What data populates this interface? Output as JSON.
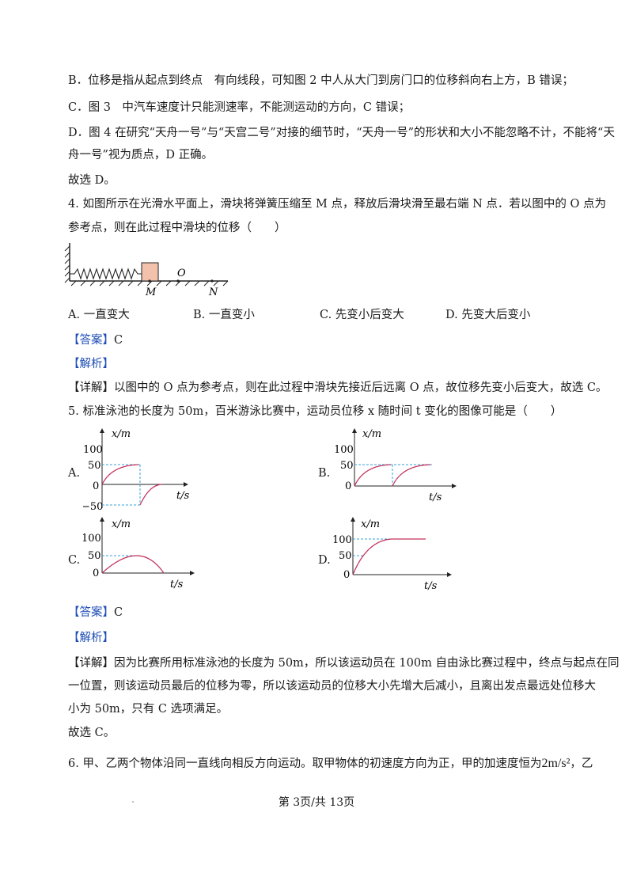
{
  "lines": {
    "b_line": "B．位移是指从起点到终点　有向线段，可知图 2 中人从大门到房门口的位移斜向右上方，B 错误；",
    "c_line": "C．图 3　中汽车速度计只能测速率，不能测运动的方向，C 错误；",
    "d_line1": "D．图 4 在研究“天舟一号”与“天宫二号”对接的细节时，“天舟一号”的形状和大小不能忽略不计，不能将“天",
    "d_line2": "舟一号”视为质点，D 正确。",
    "choose_d": "故选 D。"
  },
  "q4": {
    "stem1": "4. 如图所示在光滑水平面上，滑块将弹簧压缩至 M 点，释放后滑块滑至最右端 N 点．若以图中的 O 点为",
    "stem2": "参考点，则在此过程中滑块的位移（　　）",
    "fig": {
      "label_O": "O",
      "label_M": "M",
      "label_N": "N"
    },
    "options": {
      "A": "A.  一直变大",
      "B": "B.  一直变小",
      "C": "C.  先变小后变大",
      "D": "D.  先变大后变小"
    },
    "answer_tag": "【答案】",
    "answer": "C",
    "analysis_tag": "【解析】",
    "detail_tag": "【详解】",
    "detail": "以图中的 O 点为参考点，则在此过程中滑块先接近后远离 O 点，故位移先变小后变大，故选 C。"
  },
  "q5": {
    "stem": "5. 标准泳池的长度为 50m，百米游泳比赛中，运动员位移 x 随时间 t 变化的图像可能是（　　）",
    "graphs": {
      "A": {
        "letter": "A.",
        "ylabel": "x/m",
        "xlabel": "t/s",
        "ticks": [
          "100",
          "50",
          "0",
          "−50"
        ]
      },
      "B": {
        "letter": "B.",
        "ylabel": "x/m",
        "xlabel": "t/s",
        "ticks": [
          "100",
          "50",
          "0"
        ]
      },
      "C": {
        "letter": "C.",
        "ylabel": "x/m",
        "xlabel": "t/s",
        "ticks": [
          "100",
          "50",
          "0"
        ]
      },
      "D": {
        "letter": "D.",
        "ylabel": "x/m",
        "xlabel": "t/s",
        "ticks": [
          "100",
          "50",
          "0"
        ]
      }
    },
    "answer_tag": "【答案】",
    "answer": "C",
    "analysis_tag": "【解析】",
    "detail_tag": "【详解】",
    "detail1": "因为比赛所用标准泳池的长度为 50m，所以该运动员在 100m 自由泳比赛过程中，终点与起点在同",
    "detail2": "一位置，则该运动员最后的位移为零，所以该运动员的位移大小先增大后减小，且离出发点最远处位移大",
    "detail3": "小为 50m，只有 C 选项满足。",
    "choose": "故选 C。"
  },
  "q6": {
    "stem": "6. 甲、乙两个物体沿同一直线向相反方向运动。取甲物体的初速度方向为正，甲的加速度恒为",
    "accel": "2m/s²",
    "tail": "，乙"
  },
  "footer": "第 3页/共 13页",
  "colors": {
    "tag": "#1f4fb5",
    "curve": "#c0305a",
    "dashed": "#3aa0d8",
    "block": "#f3c2ad"
  }
}
